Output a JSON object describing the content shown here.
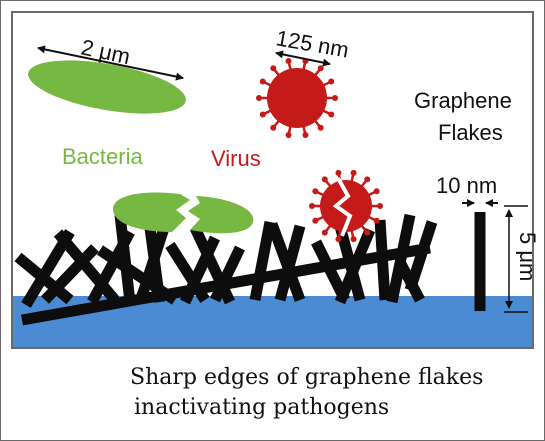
{
  "labels": {
    "bacteria_size": "2 μm",
    "virus_size": "125 nm",
    "graphene_line1": "Graphene",
    "graphene_line2": "Flakes",
    "bacteria": "Bacteria",
    "virus": "Virus",
    "flake_width": "10 nm",
    "flake_height": "5 μm"
  },
  "caption": {
    "line1": "Sharp edges of graphene flakes",
    "line2": "inactivating pathogens"
  },
  "colors": {
    "bacteria": "#77b843",
    "virus": "#c51a1a",
    "flake": "#0d0d0d",
    "substrate": "#4a8bd3",
    "panel_border": "#6a6a6a"
  },
  "icons": [
    "bacterium-icon",
    "virus-icon",
    "graphene-flake-icon"
  ]
}
